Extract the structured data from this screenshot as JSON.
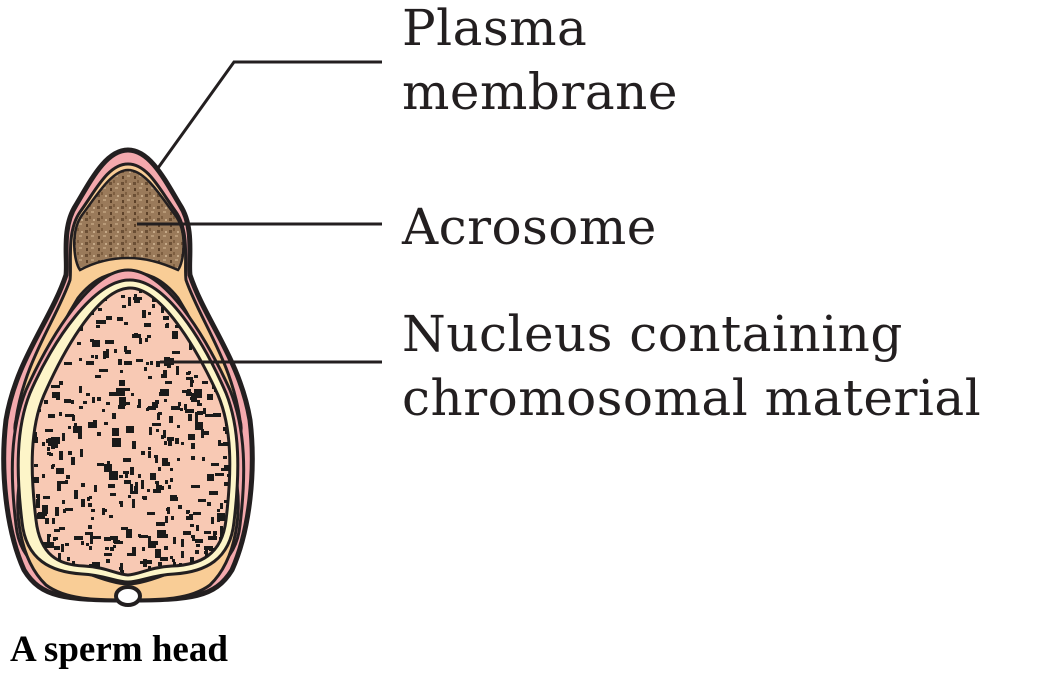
{
  "labels": {
    "plasma_membrane": [
      "Plasma",
      "membrane"
    ],
    "acrosome": "Acrosome",
    "nucleus": [
      "Nucleus containing",
      "chromosomal material"
    ]
  },
  "caption": "A sperm head",
  "colors": {
    "outline": "#231f20",
    "plasma_membrane": "#f4a9ad",
    "acrosome_layer": "#f9cd96",
    "acrosome_fill": "#9a7a5a",
    "nuclear_envelope": "#fdf5c8",
    "nucleus_fill": "#f8c9b4",
    "chromatin": "#1a1a1a"
  }
}
